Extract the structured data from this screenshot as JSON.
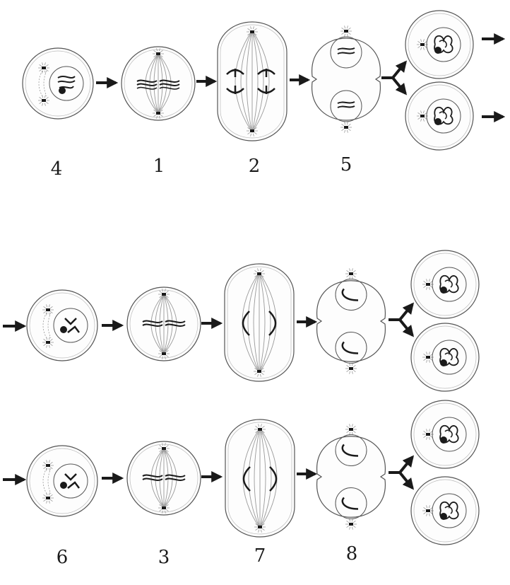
{
  "stage_labels": {
    "top_row": [
      "4",
      "1",
      "2",
      "5"
    ],
    "bottom_rows": [
      "6",
      "3",
      "7",
      "8"
    ]
  },
  "colors": {
    "ink": "#1a1a1a",
    "outline": "#555555",
    "spindle": "#9a9a9a"
  }
}
